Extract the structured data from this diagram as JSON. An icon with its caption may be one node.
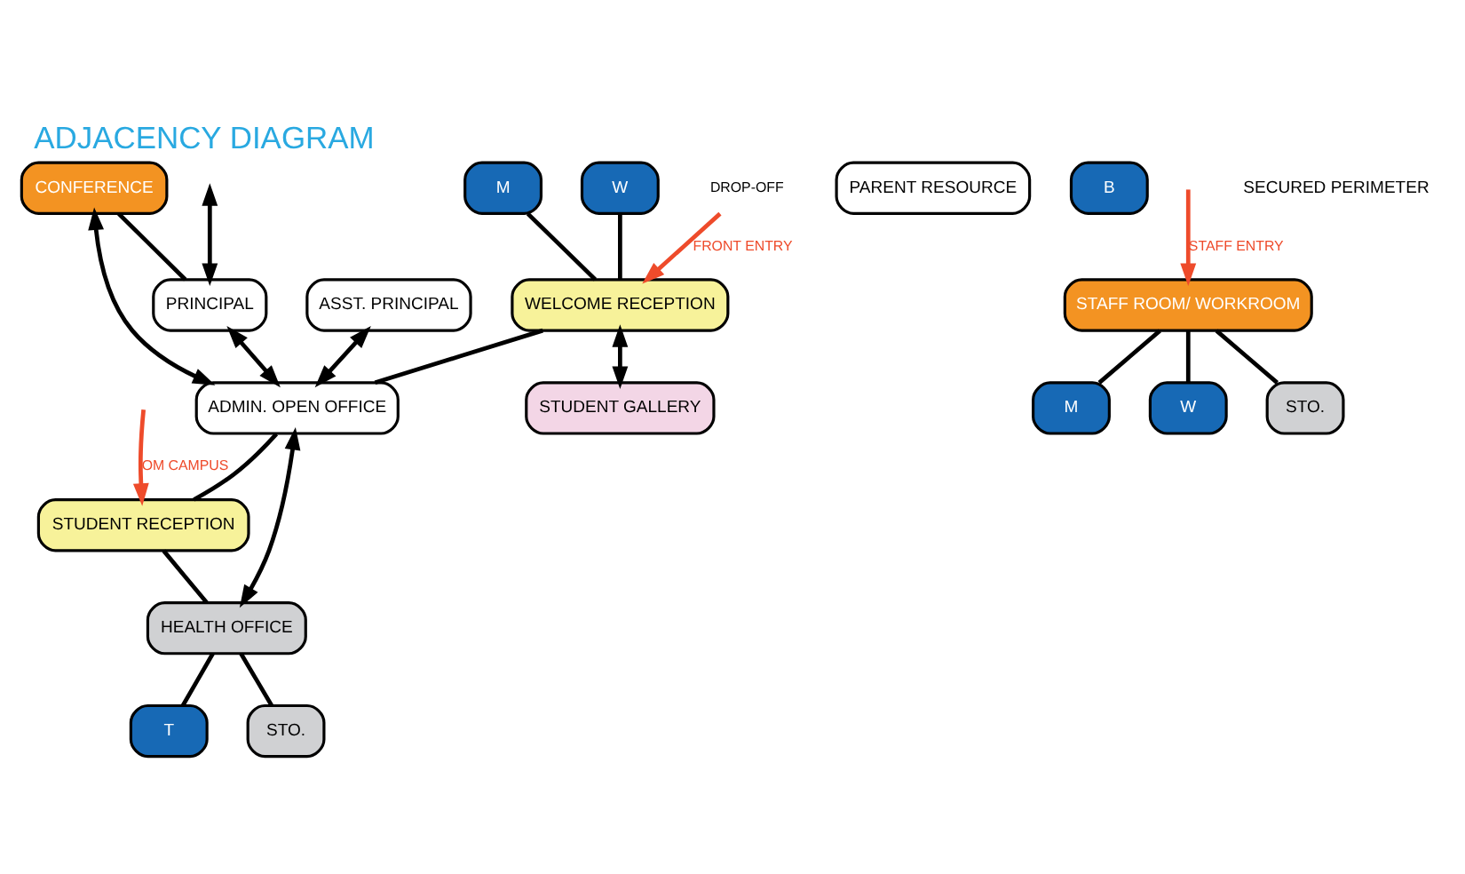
{
  "diagram": {
    "title": "ADJACENCY DIAGRAM",
    "nodes": [
      {
        "text": [
          "WELCOME RECEPTION"
        ]
      },
      {
        "text": [
          "M"
        ]
      },
      {
        "text": [
          "W"
        ]
      },
      {
        "text": [
          "STUDENT GALLERY"
        ]
      },
      {
        "text": [
          "PARENT RESOURCE"
        ]
      },
      {
        "text": [
          "CONFERENCE"
        ]
      },
      {
        "text": [
          "ADMIN. OPEN OFFICE"
        ]
      },
      {
        "text": [
          "B"
        ]
      },
      {
        "text": [
          "M"
        ]
      },
      {
        "text": [
          "W"
        ]
      },
      {
        "text": [
          "STAFF ROOM/ WORKROOM"
        ]
      },
      {
        "text": [
          "PRINCIPAL"
        ]
      },
      {
        "text": [
          "ASST. PRINCIPAL"
        ]
      },
      {
        "text": [
          "STO."
        ]
      },
      {
        "text": [
          "STUDENT RECEPTION"
        ]
      },
      {
        "text": [
          "HEALTH OFFICE"
        ]
      },
      {
        "text": [
          "T"
        ]
      },
      {
        "text": [
          "STO."
        ]
      },
      {
        "text": [
          "DROP-OFF"
        ]
      }
    ],
    "edges": [
      {
        "from": 18,
        "to": 0,
        "arrow": "to",
        "label": "FRONT ENTRY",
        "color": "#ee4b2b"
      },
      {
        "from": 1,
        "to": 0,
        "arrow": "none"
      },
      {
        "from": 2,
        "to": 0,
        "arrow": "none"
      },
      {
        "from": 0,
        "to": 3,
        "arrow": "both"
      },
      {
        "from": 0,
        "to": 6,
        "arrow": "none"
      },
      {
        "from": 10,
        "to": 8,
        "arrow": "none"
      },
      {
        "from": 10,
        "to": 9,
        "arrow": "none"
      },
      {
        "from": 5,
        "to": 6,
        "arrow": "both"
      },
      {
        "from": 5,
        "to": 11,
        "arrow": "none"
      },
      {
        "from": null,
        "to": 11,
        "arrow": "both"
      },
      {
        "from": 11,
        "to": 6,
        "arrow": "both"
      },
      {
        "from": 12,
        "to": 6,
        "arrow": "both"
      },
      {
        "from": null,
        "to": 10,
        "arrow": "to",
        "label": "STAFF ENTRY",
        "color": "#ee4b2b"
      },
      {
        "from": 10,
        "to": 13,
        "arrow": "none"
      },
      {
        "from": 6,
        "to": 14,
        "arrow": "none"
      },
      {
        "from": 6,
        "to": 15,
        "arrow": "both"
      },
      {
        "from": 14,
        "to": 15,
        "arrow": "none"
      },
      {
        "from": 15,
        "to": 16,
        "arrow": "none"
      },
      {
        "from": 15,
        "to": 17,
        "arrow": "none"
      },
      {
        "from": null,
        "to": 14,
        "arrow": "to",
        "label": "OM CAMPUS",
        "color": "#ee4b2b"
      }
    ],
    "labels": [
      "SECURED PERIMETER"
    ]
  }
}
